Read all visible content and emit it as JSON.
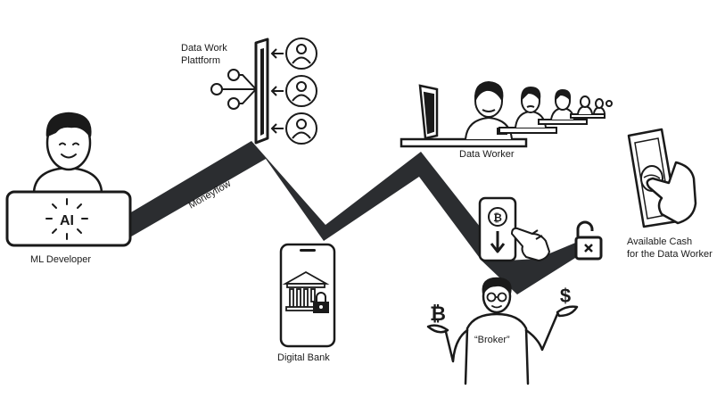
{
  "labels": {
    "ml_developer": "ML Developer",
    "platform_line1": "Data Work",
    "platform_line2": "Plattform",
    "moneyflow": "Moneyflow",
    "data_worker": "Data Worker",
    "digital_bank": "Digital Bank",
    "broker": "“Broker”",
    "cash_line1": "Available Cash",
    "cash_line2": "for the Data Worker",
    "ai_badge": "AI",
    "bitcoin_symbol": "₿",
    "dollar_symbol": "$"
  },
  "colors": {
    "ink": "#1a1a1a",
    "flow": "#2b2d30",
    "paper": "#ffffff"
  },
  "icons": [
    "person-icon",
    "laptop-icon",
    "monitor-icon",
    "phone-icon",
    "bank-icon",
    "lock-icon",
    "padlock-icon",
    "banknote-icon",
    "hand-icon",
    "bitcoin-icon",
    "dollar-icon"
  ]
}
